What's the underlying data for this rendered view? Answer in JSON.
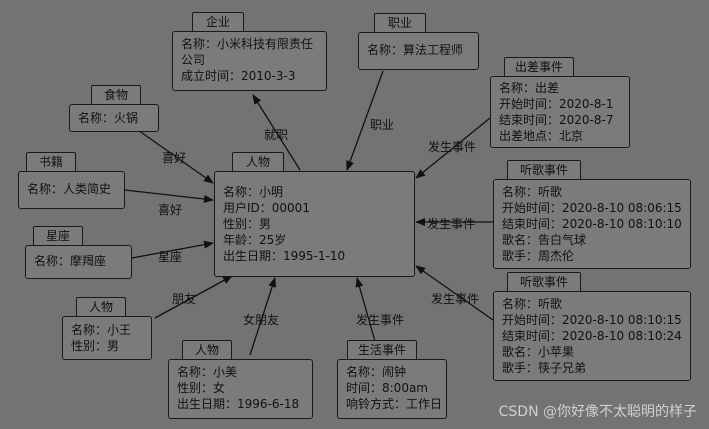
{
  "center": {
    "title": "人物",
    "lines": [
      "名称：小明",
      "用户ID：00001",
      "性别：男",
      "年龄：25岁",
      "出生日期：1995-1-10"
    ]
  },
  "enterprise": {
    "title": "企业",
    "lines": [
      "名称：小米科技有限责任公司",
      "成立时间：2010-3-3"
    ]
  },
  "job": {
    "title": "职业",
    "lines": [
      "名称：算法工程师"
    ]
  },
  "food": {
    "title": "食物",
    "lines": [
      "名称：火锅"
    ]
  },
  "book": {
    "title": "书籍",
    "lines": [
      "名称：人类简史"
    ]
  },
  "zodiac": {
    "title": "星座",
    "lines": [
      "名称：摩羯座"
    ]
  },
  "friend": {
    "title": "人物",
    "lines": [
      "名称：小王",
      "性别：男"
    ]
  },
  "girlfriend": {
    "title": "人物",
    "lines": [
      "名称：小美",
      "性别：女",
      "出生日期：1996-6-18"
    ]
  },
  "life_event": {
    "title": "生活事件",
    "lines": [
      "名称：闹钟",
      "时间：8:00am",
      "响铃方式：工作日"
    ]
  },
  "trip_event": {
    "title": "出差事件",
    "lines": [
      "名称：出差",
      "开始时间：2020-8-1",
      "结束时间：2020-8-7",
      "出差地点：北京"
    ]
  },
  "music_event_1": {
    "title": "听歌事件",
    "lines": [
      "名称：听歌",
      "开始时间：2020-8-10 08:06:15",
      "结束时间：2020-8-10 08:10:10",
      "歌名：告白气球",
      "歌手：周杰伦"
    ]
  },
  "music_event_2": {
    "title": "听歌事件",
    "lines": [
      "名称：听歌",
      "开始时间：2020-8-10 08:10:15",
      "结束时间：2020-8-10 08:10:24",
      "歌名：小苹果",
      "歌手：筷子兄弟"
    ]
  },
  "edges": {
    "work": "就职",
    "job": "职业",
    "like_food": "喜好",
    "like_book": "喜好",
    "zodiac": "星座",
    "friend": "朋友",
    "girlfriend": "女朋友",
    "life_event": "发生事件",
    "trip_event": "发生事件",
    "music_event_1": "发生事件",
    "music_event_2": "发生事件"
  },
  "watermark": "CSDN @你好像不太聪明的样子"
}
